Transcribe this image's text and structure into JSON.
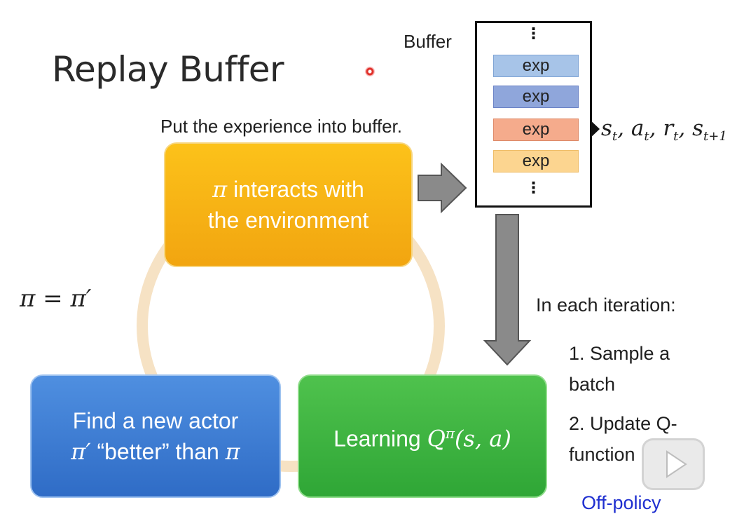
{
  "title": "Replay Buffer",
  "buffer": {
    "label": "Buffer",
    "put_label": "Put the experience into buffer.",
    "entries": [
      {
        "label": "exp",
        "color": "#a7c4e8"
      },
      {
        "label": "exp",
        "color": "#8fa6db"
      },
      {
        "label": "exp",
        "color": "#f5ab8c"
      },
      {
        "label": "exp",
        "color": "#fcd590"
      }
    ],
    "ellipsis": "⋮",
    "output": {
      "s": "s",
      "a": "a",
      "r": "r",
      "t": "t",
      "t1": "t+1",
      "sep": ", "
    }
  },
  "cycle": {
    "interact": {
      "line1_pi": "π",
      "line1_rest": " interacts with",
      "line2": "the environment",
      "color": "#f7b515"
    },
    "learning": {
      "text": "Learning ",
      "q": "Q",
      "sup": "π",
      "args": "(s, a)",
      "color": "#3cb444"
    },
    "find": {
      "line1": "Find a new actor",
      "line2_pi": "π′",
      "line2_mid": " “better” than ",
      "line2_pi2": "π",
      "color": "#3f7fd8"
    },
    "update": "π = π′"
  },
  "iteration": {
    "header": "In each iteration:",
    "steps": [
      "1. Sample a batch",
      "2. Update Q-function"
    ]
  },
  "footer_link": "Off-policy"
}
